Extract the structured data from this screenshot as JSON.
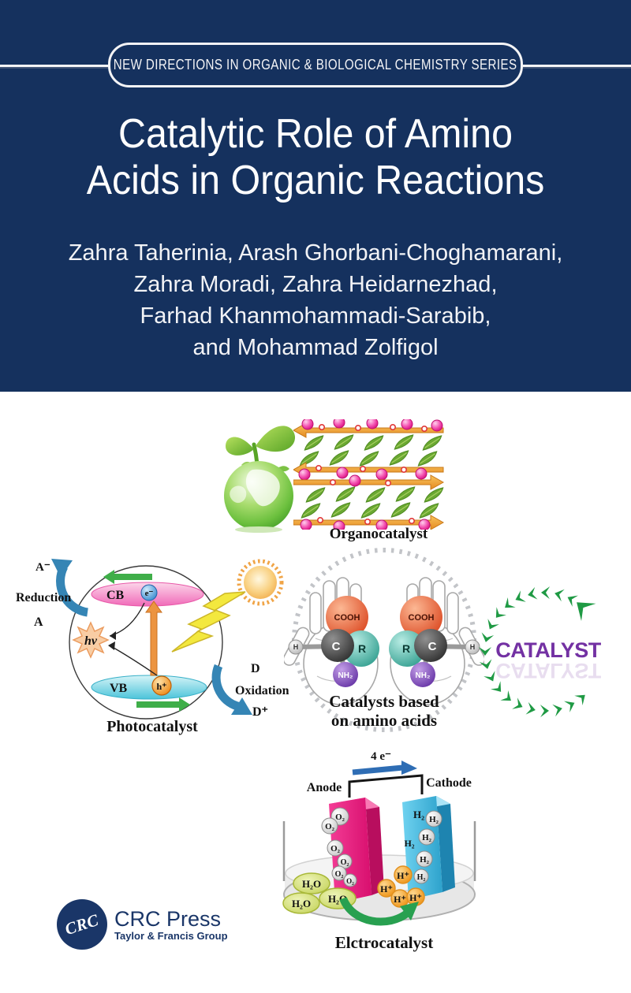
{
  "series_banner": {
    "text": "NEW DIRECTIONS IN ORGANIC & BIOLOGICAL CHEMISTRY SERIES"
  },
  "title": {
    "line1": "Catalytic Role of Amino",
    "line2": "Acids in Organic Reactions"
  },
  "authors": {
    "line1": "Zahra Taherinia, Arash Ghorbani-Choghamarani,",
    "line2": "Zahra Moradi, Zahra Heidarnezhad,",
    "line3": "Farhad Khanmohammadi-Sarabib,",
    "line4": "and Mohammad Zolfigol"
  },
  "organocatalyst": {
    "label": "Organocatalyst"
  },
  "photocatalyst": {
    "label": "Photocatalyst",
    "cb": "CB",
    "vb": "VB",
    "electron": "e⁻",
    "hole": "h⁺",
    "hv": "hv",
    "a_minus": "A⁻",
    "reduction": "Reduction",
    "a": "A",
    "d": "D",
    "oxidation": "Oxidation",
    "d_plus": "D⁺"
  },
  "amino_catalyst": {
    "caption_line1": "Catalysts based",
    "caption_line2": "on amino acids",
    "cooh": "COOH",
    "c": "C",
    "r": "R",
    "nh2": "NH₂",
    "h": "H"
  },
  "catalyst_emblem": {
    "text": "CATALYST"
  },
  "electrocatalyst": {
    "label": "Elctrocatalyst",
    "electrons": "4 e⁻",
    "anode": "Anode",
    "cathode": "Cathode",
    "o2": "O₂",
    "h2": "H₂",
    "h2o": "H₂O",
    "h_plus": "H⁺"
  },
  "publisher": {
    "logo_text": "CRC",
    "name": "CRC Press",
    "group": "Taylor & Francis Group"
  },
  "colors": {
    "navy": "#15315e",
    "catalyst_purple": "#7331a3",
    "chevron_green": "#1f9a44",
    "amino_caption": "#a64b1e",
    "anode_pink": "#e8187c",
    "cathode_blue": "#48bce4",
    "arrow_orange": "#f0a030",
    "ball_pink": "#e8188c",
    "leaf_green": "#6aa832"
  }
}
